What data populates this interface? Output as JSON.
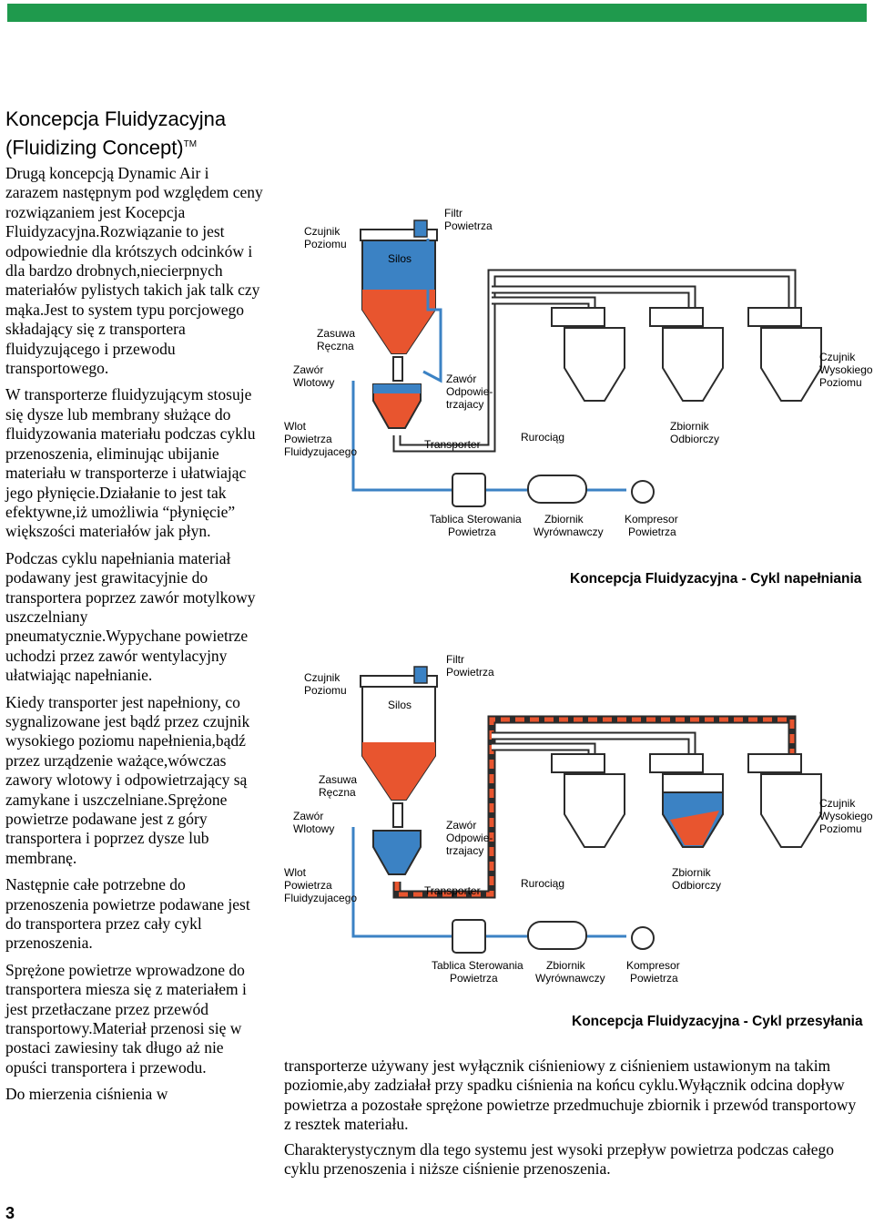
{
  "title": {
    "line1": "Koncepcja  Fluidyzacyjna",
    "line2": "(Fluidizing  Concept)",
    "tm": "TM"
  },
  "left_paragraphs": [
    "Drugą koncepcją Dynamic Air i zarazem następnym pod względem ceny rozwiązaniem jest Kocepcja Fluidyzacyjna.Rozwiązanie to jest odpowiednie dla krótszych odcinków i dla bardzo drobnych,niecierpnych materiałów pylistych takich jak talk czy mąka.Jest to system typu porcjowego składający się z transportera fluidyzującego i przewodu  transportowego.",
    "W transporterze fluidyzującym stosuje się dysze lub membrany służące do fluidyzowania materiału podczas cyklu przenoszenia, eliminując ubijanie materiału w transporterze i ułatwiając jego płynięcie.Działanie to jest tak efektywne,iż umożliwia “płynięcie” większości materiałów jak płyn.",
    "Podczas cyklu napełniania materiał podawany jest grawitacyjnie do transportera poprzez zawór motylkowy uszczelniany pneumatycznie.Wypychane powietrze uchodzi przez zawór wentylacyjny ułatwiając napełnianie.",
    "Kiedy transporter jest napełniony, co sygnalizowane jest bądź przez czujnik wysokiego poziomu napełnienia,bądź przez urządzenie ważące,wówczas  zawory  wlotowy i odpowietrzający są zamykane i uszczelniane.Sprężone powietrze podawane jest z góry transportera i poprzez dysze lub membranę.",
    "Następnie całe potrzebne do przenoszenia powietrze podawane jest do transportera  przez cały cykl przenoszenia.",
    "Sprężone powietrze wprowadzone do transportera miesza się z materiałem i jest przetłaczane przez przewód transportowy.Materiał przenosi się w postaci zawiesiny tak długo aż nie opuści transportera i przewodu.",
    "Do mierzenia ciśnienia w"
  ],
  "bottom_paragraphs": [
    "transporterze używany jest wyłącznik ciśnieniowy z ciśnieniem ustawionym na takim poziomie,aby zadziałał przy spadku ciśnienia na końcu cyklu.Wyłącznik odcina dopływ powietrza a pozostałe sprężone powietrze przedmuchuje zbiornik i przewód transportowy z resztek materiału.",
    "Charakterystycznym dla tego systemu jest wysoki przepływ powietrza podczas całego cyklu przenoszenia i niższe ciśnienie przenoszenia."
  ],
  "diagram_labels": {
    "czujnik_poziomu": [
      "Czujnik",
      "Poziomu"
    ],
    "silos": "Silos",
    "filtr": [
      "Filtr",
      "Powietrza"
    ],
    "zasuwa": [
      "Zasuwa",
      "Ręczna"
    ],
    "zawor_wlotowy": [
      "Zawór",
      "Wlotowy"
    ],
    "zawor_odpow": [
      "Zawór",
      "Odpowie-",
      "trzajacy"
    ],
    "wlot": [
      "Wlot",
      "Powietrza",
      "Fluidyzujacego"
    ],
    "transporter": "Transporter",
    "rurociag": "Rurociąg",
    "zbiornik_odbiorczy": [
      "Zbiornik",
      "Odbiorczy"
    ],
    "czujnik_wysokiego": [
      "Czujnik",
      "Wysokiego",
      "Poziomu"
    ],
    "tablica": [
      "Tablica Sterowania",
      "Powietrza"
    ],
    "zbiornik_wyr": [
      "Zbiornik",
      "Wyrównawczy"
    ],
    "kompresor": [
      "Kompresor",
      "Powietrza"
    ]
  },
  "captions": {
    "fill": "Koncepcja Fluidyzacyjna  - Cykl napełniania",
    "convey": "Koncepcja Fluidyzacyjna  - Cykl przesyłania"
  },
  "colors": {
    "header_green": "#1f9a4d",
    "material_orange": "#e8552f",
    "air_blue": "#3b82c4",
    "pipe_dark": "#2b2b2b"
  },
  "page_number": "3"
}
